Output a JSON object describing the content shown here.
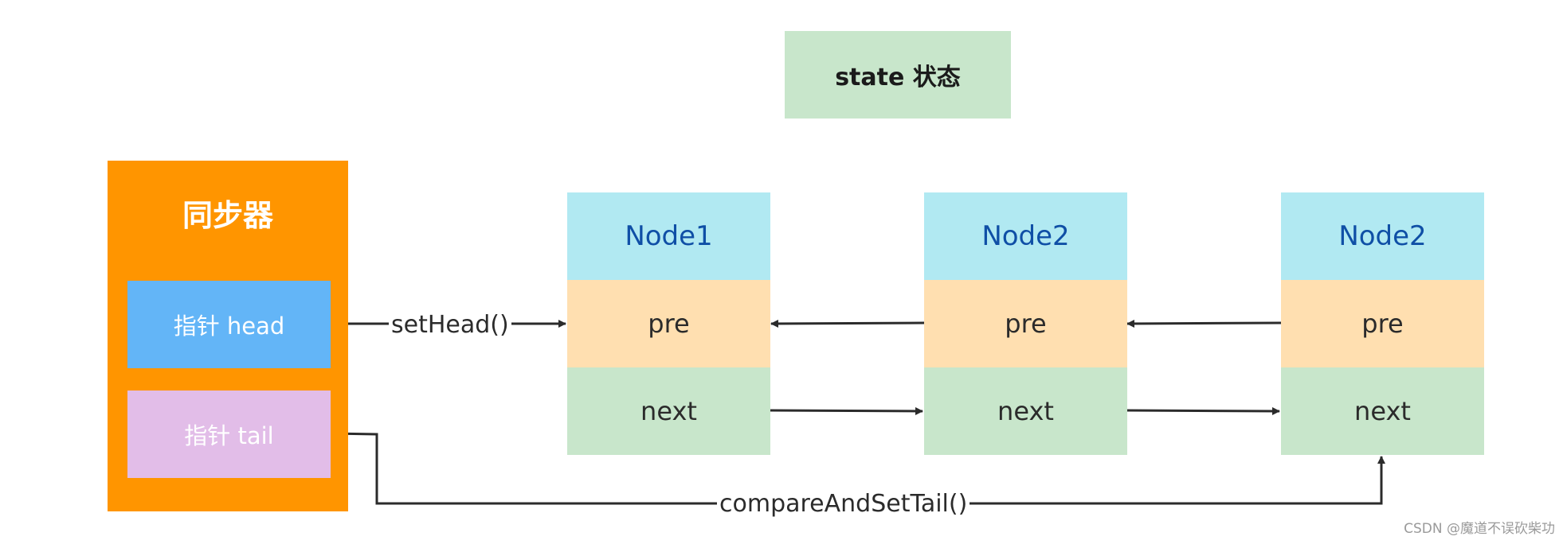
{
  "state": {
    "label": "state 状态"
  },
  "synchronizer": {
    "title": "同步器",
    "head_label": "指针 head",
    "tail_label": "指针 tail"
  },
  "nodes": [
    {
      "title": "Node1",
      "pre": "pre",
      "next": "next"
    },
    {
      "title": "Node2",
      "pre": "pre",
      "next": "next"
    },
    {
      "title": "Node2",
      "pre": "pre",
      "next": "next"
    }
  ],
  "edges": {
    "set_head": "setHead()",
    "compare_and_set_tail": "compareAndSetTail()"
  },
  "colors": {
    "state": "#c8e6cb",
    "synchronizer": "#ff9500",
    "head": "#63b5f7",
    "tail": "#e2bde8",
    "node_title": "#b1e9f2",
    "node_pre": "#ffdfb0",
    "node_next": "#c8e6cb",
    "node_title_text": "#0f4fa6",
    "arrow": "#2b2b2b"
  },
  "watermark": "CSDN @魔道不误砍柴功"
}
